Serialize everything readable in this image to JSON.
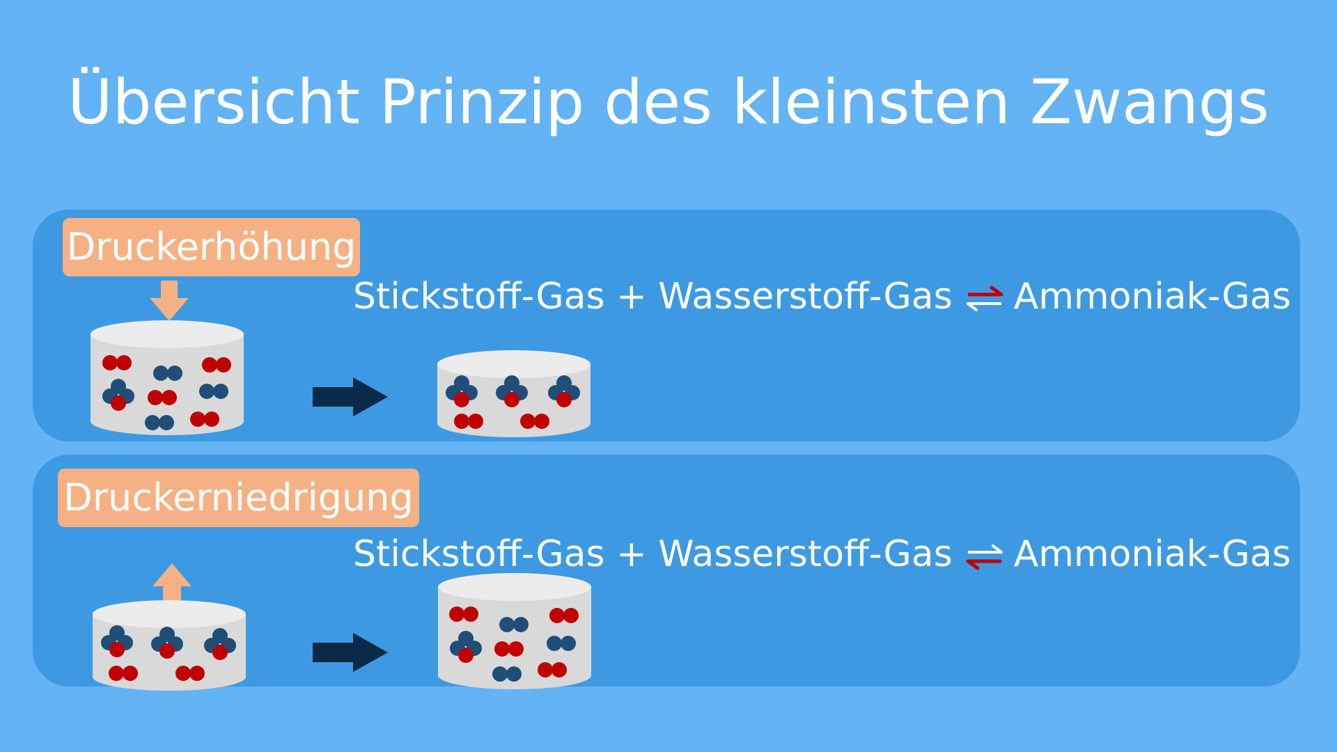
{
  "title": "Übersicht Prinzip des kleinsten Zwangs",
  "colors": {
    "background": "#63b3f5",
    "panel": "#3d9ae2",
    "label": "#f5b183",
    "nitrogen_atom": "#1f4e79",
    "hydrogen_atom": "#c00000",
    "process_arrow": "#0b2a4a",
    "equilibrium_highlight": "#c00000"
  },
  "panels": [
    {
      "label": "Druckerhöhung",
      "pressure_arrow_icon": "arrow-down-icon",
      "equation": {
        "reactant_1": "Stickstoff-Gas",
        "plus": "+",
        "reactant_2": "Wasserstoff-Gas",
        "product": "Ammoniak-Gas",
        "equilibrium_icon": "equilibrium-shift-right-icon"
      }
    },
    {
      "label": "Druckerniedrigung",
      "pressure_arrow_icon": "arrow-up-icon",
      "equation": {
        "reactant_1": "Stickstoff-Gas",
        "plus": "+",
        "reactant_2": "Wasserstoff-Gas",
        "product": "Ammoniak-Gas",
        "equilibrium_icon": "equilibrium-shift-left-icon"
      }
    }
  ]
}
